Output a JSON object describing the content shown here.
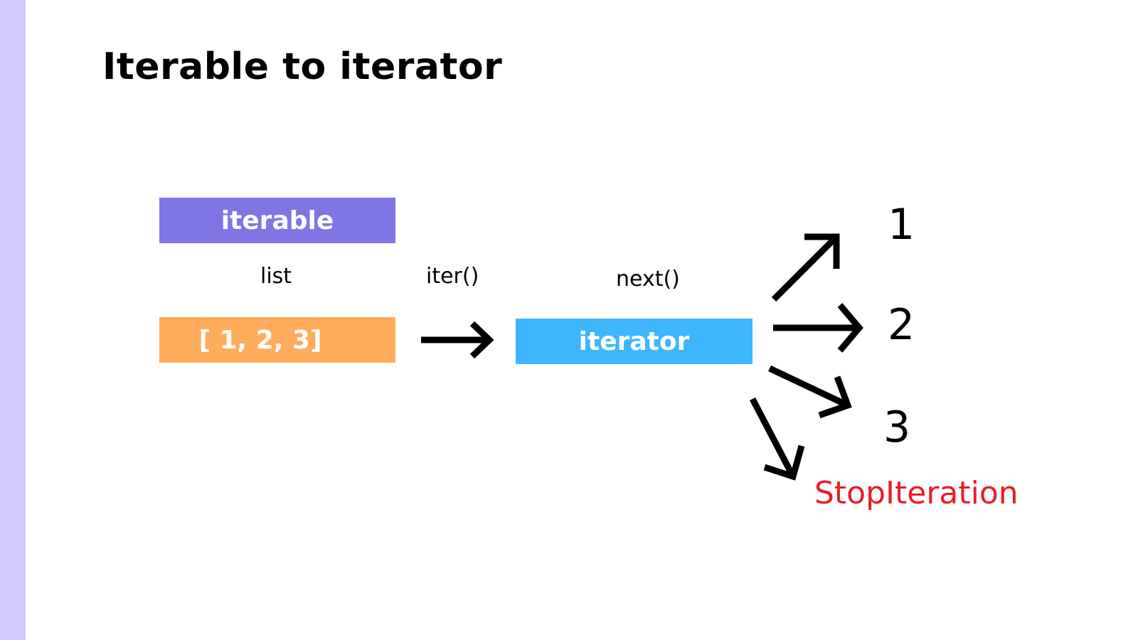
{
  "title": "Iterable to iterator",
  "boxes": {
    "iterable": {
      "label": "iterable",
      "color": "#8075e5"
    },
    "list_value": {
      "label": "[ 1, 2, 3]",
      "color": "#ffac5d"
    },
    "iterator": {
      "label": "iterator",
      "color": "#3db6fe"
    }
  },
  "labels": {
    "list": "list",
    "iter": "iter()",
    "next": "next()"
  },
  "outputs": {
    "one": "1",
    "two": "2",
    "three": "3",
    "stop": "StopIteration",
    "stop_color": "#ea1c26"
  },
  "colors": {
    "side_stripe": "#d2c9fd",
    "arrow": "#000000"
  }
}
